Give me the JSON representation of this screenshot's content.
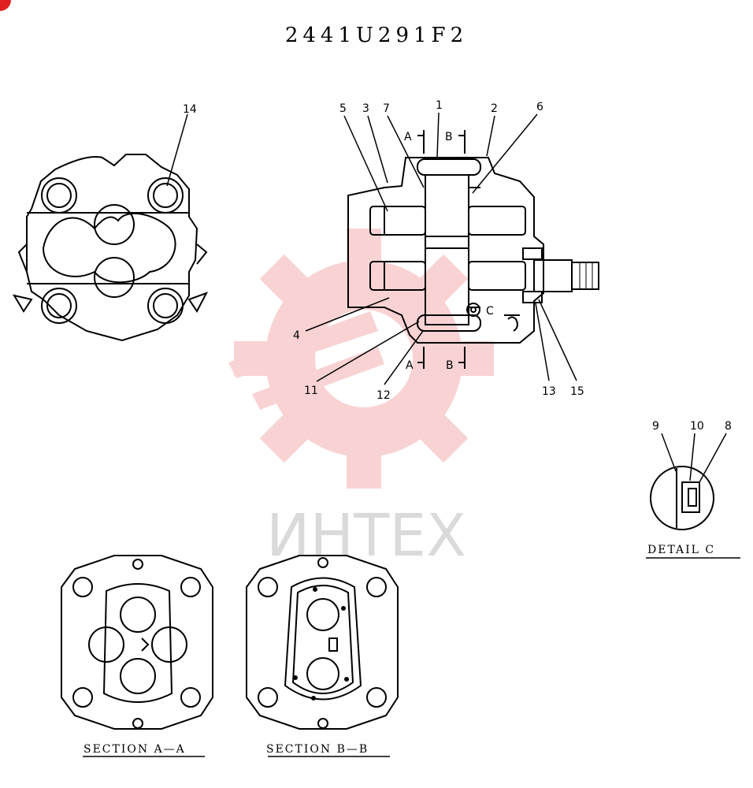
{
  "title": "2441U291F2",
  "watermark": {
    "text": "ИНТЕХ",
    "color": "#e83a3a"
  },
  "callouts": {
    "c1": "1",
    "c2": "2",
    "c3": "3",
    "c4": "4",
    "c5": "5",
    "c6": "6",
    "c7": "7",
    "c8": "8",
    "c9": "9",
    "c10": "10",
    "c11": "11",
    "c12": "12",
    "c13": "13",
    "c14": "14",
    "c15": "15"
  },
  "section_marks": {
    "a_top": "A",
    "b_top": "B",
    "a_bottom": "A",
    "b_bottom": "B",
    "detail_ref": "C"
  },
  "captions": {
    "detail_c": "DETAIL  C",
    "section_aa": "SECTION  A—A",
    "section_bb": "SECTION  B—B"
  }
}
